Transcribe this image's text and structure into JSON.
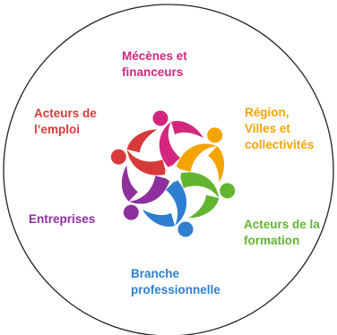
{
  "nodes": {
    "mecenes": {
      "lines": [
        "Mécènes et",
        "financeurs"
      ],
      "color": "#d4267c"
    },
    "region": {
      "lines": [
        "Région,",
        "Villes et",
        "collectivités"
      ],
      "color": "#f5a300"
    },
    "emploi": {
      "lines": [
        "Acteurs de",
        "l’emploi"
      ],
      "color": "#d63a3a"
    },
    "entreprises": {
      "lines": [
        "Entreprises"
      ],
      "color": "#8e2f9e"
    },
    "formation": {
      "lines": [
        "Acteurs de la",
        "formation"
      ],
      "color": "#62b431"
    },
    "branche": {
      "lines": [
        "Branche",
        "professionnelle"
      ],
      "color": "#2f7fd0"
    }
  },
  "logo": {
    "icon": "people-circle-logo",
    "colors": [
      "#d4267c",
      "#f5a300",
      "#62b431",
      "#2f7fd0",
      "#8e2f9e",
      "#d63a3a"
    ]
  }
}
